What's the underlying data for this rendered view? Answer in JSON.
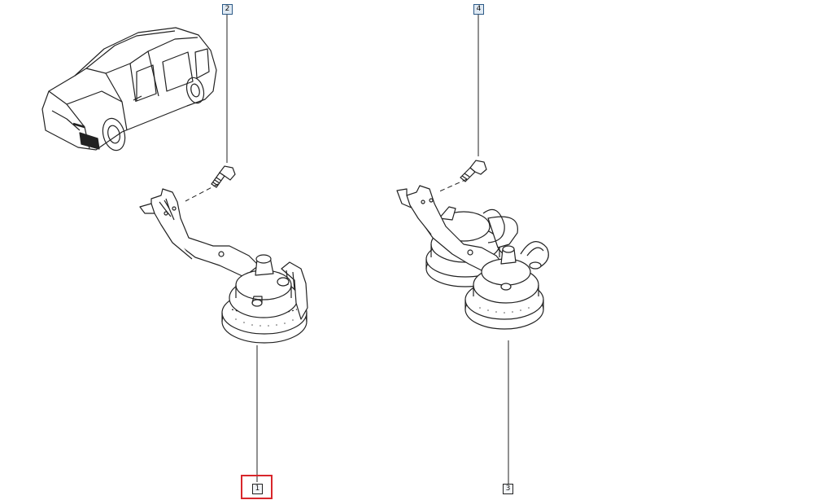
{
  "diagram": {
    "callouts": [
      {
        "id": "2",
        "label": "2"
      },
      {
        "id": "4",
        "label": "4"
      },
      {
        "id": "1",
        "label": "1",
        "selected": true
      },
      {
        "id": "3",
        "label": "3"
      }
    ],
    "colors": {
      "line": "#222222",
      "selection": "#d8262b",
      "callout_fill": "#dfe9f3"
    },
    "icons": [
      "car-illustration",
      "horn-assembly-single",
      "horn-assembly-double",
      "bolt-icon"
    ]
  }
}
